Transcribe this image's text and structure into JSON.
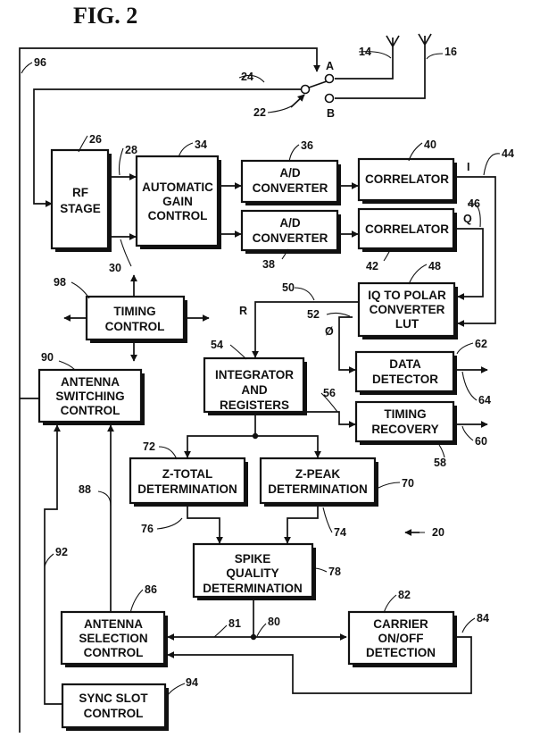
{
  "figure_title": "FIG. 2",
  "blocks": {
    "rf_stage": [
      "RF",
      "STAGE"
    ],
    "agc": [
      "AUTOMATIC",
      "GAIN",
      "CONTROL"
    ],
    "ad1": [
      "A/D",
      "CONVERTER"
    ],
    "ad2": [
      "A/D",
      "CONVERTER"
    ],
    "corr1": [
      "CORRELATOR"
    ],
    "corr2": [
      "CORRELATOR"
    ],
    "iq_polar": [
      "IQ TO POLAR",
      "CONVERTER",
      "LUT"
    ],
    "timing_control": [
      "TIMING",
      "CONTROL"
    ],
    "antenna_switching": [
      "ANTENNA",
      "SWITCHING",
      "CONTROL"
    ],
    "integrator": [
      "INTEGRATOR",
      "AND",
      "REGISTERS"
    ],
    "data_detector": [
      "DATA",
      "DETECTOR"
    ],
    "timing_recovery": [
      "TIMING",
      "RECOVERY"
    ],
    "z_total": [
      "Z-TOTAL",
      "DETERMINATION"
    ],
    "z_peak": [
      "Z-PEAK",
      "DETERMINATION"
    ],
    "spike_quality": [
      "SPIKE",
      "QUALITY",
      "DETERMINATION"
    ],
    "antenna_selection": [
      "ANTENNA",
      "SELECTION",
      "CONTROL"
    ],
    "carrier_detection": [
      "CARRIER",
      "ON/OFF",
      "DETECTION"
    ],
    "sync_slot": [
      "SYNC SLOT",
      "CONTROL"
    ]
  },
  "signals": {
    "i": "I",
    "q": "Q",
    "r": "R",
    "phi": "Ø",
    "switch_a": "A",
    "switch_b": "B"
  },
  "refs": {
    "r14": "14",
    "r16": "16",
    "r20": "20",
    "r22": "22",
    "r24": "24",
    "r26": "26",
    "r28": "28",
    "r30": "30",
    "r34": "34",
    "r36": "36",
    "r38": "38",
    "r40": "40",
    "r42": "42",
    "r44": "44",
    "r46": "46",
    "r48": "48",
    "r50": "50",
    "r52": "52",
    "r54": "54",
    "r56": "56",
    "r58": "58",
    "r60": "60",
    "r62": "62",
    "r64": "64",
    "r70": "70",
    "r72": "72",
    "r74": "74",
    "r76": "76",
    "r78": "78",
    "r80": "80",
    "r81": "81",
    "r82": "82",
    "r84": "84",
    "r86": "86",
    "r88": "88",
    "r90": "90",
    "r92": "92",
    "r94": "94",
    "r96": "96",
    "r98": "98"
  }
}
